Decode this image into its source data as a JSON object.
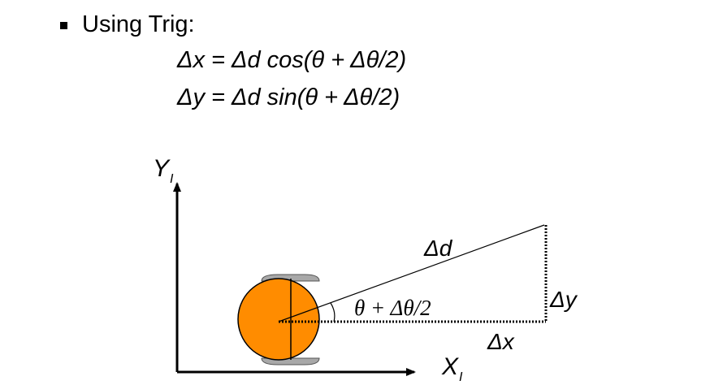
{
  "slide": {
    "bullet_text": "Using Trig:",
    "equations": [
      "Δx = Δd cos(θ + Δθ/2)",
      "Δy = Δd sin(θ + Δθ/2)"
    ]
  },
  "diagram": {
    "y_axis_label": "Y",
    "y_axis_subscript": "I",
    "x_axis_label": "X",
    "x_axis_subscript": "I",
    "hypotenuse_label": "Δd",
    "angle_label": "θ + Δθ/2",
    "dy_label": "Δy",
    "dx_label": "Δx",
    "colors": {
      "robot_body": "#FF8C00",
      "robot_outline": "#000000",
      "wheel": "#A8A8A8",
      "lines": "#000000"
    }
  }
}
